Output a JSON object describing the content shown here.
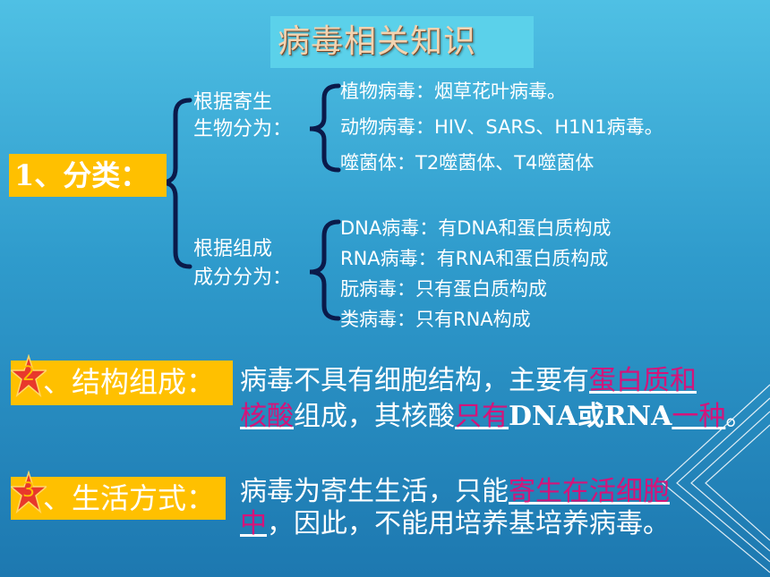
{
  "title": "病毒相关知识",
  "classification": {
    "label": "1、分类：",
    "groups": [
      {
        "name_line1": "根据寄生",
        "name_line2": "生物分为：",
        "items": [
          "植物病毒：烟草花叶病毒。",
          "动物病毒：HIV、SARS、H1N1病毒。",
          "噬菌体：T2噬菌体、T4噬菌体"
        ]
      },
      {
        "name_line1": "根据组成",
        "name_line2": "成分分为：",
        "items": [
          "DNA病毒：有DNA和蛋白质构成",
          "RNA病毒：有RNA和蛋白质构成",
          "朊病毒：只有蛋白质构成",
          "类病毒：只有RNA构成"
        ]
      }
    ]
  },
  "structure": {
    "number": "2",
    "label": "、结构组成：",
    "line1_a": "病毒不具有细胞结构，主要有",
    "line1_hl": "蛋白质和",
    "line2_hl1": "核酸",
    "line2_b": "组成，其核酸",
    "line2_hl2": "只有",
    "line2_c": "DNA或RNA",
    "line2_hl3": "一种",
    "line2_d": "。"
  },
  "lifestyle": {
    "number": "3",
    "label": "、生活方式：",
    "line1_a": "病毒为寄生生活，只能",
    "line1_hl": "寄生在活细胞",
    "line2_hl": "中",
    "line2_b": "，因此，不能用培养基培养病毒。"
  },
  "colors": {
    "accent_yellow": "#ffc000",
    "highlight": "#d4147a",
    "bracket": "#0a1a4a",
    "title_bg": "#5bd1ea",
    "star_red": "#e8382c"
  }
}
